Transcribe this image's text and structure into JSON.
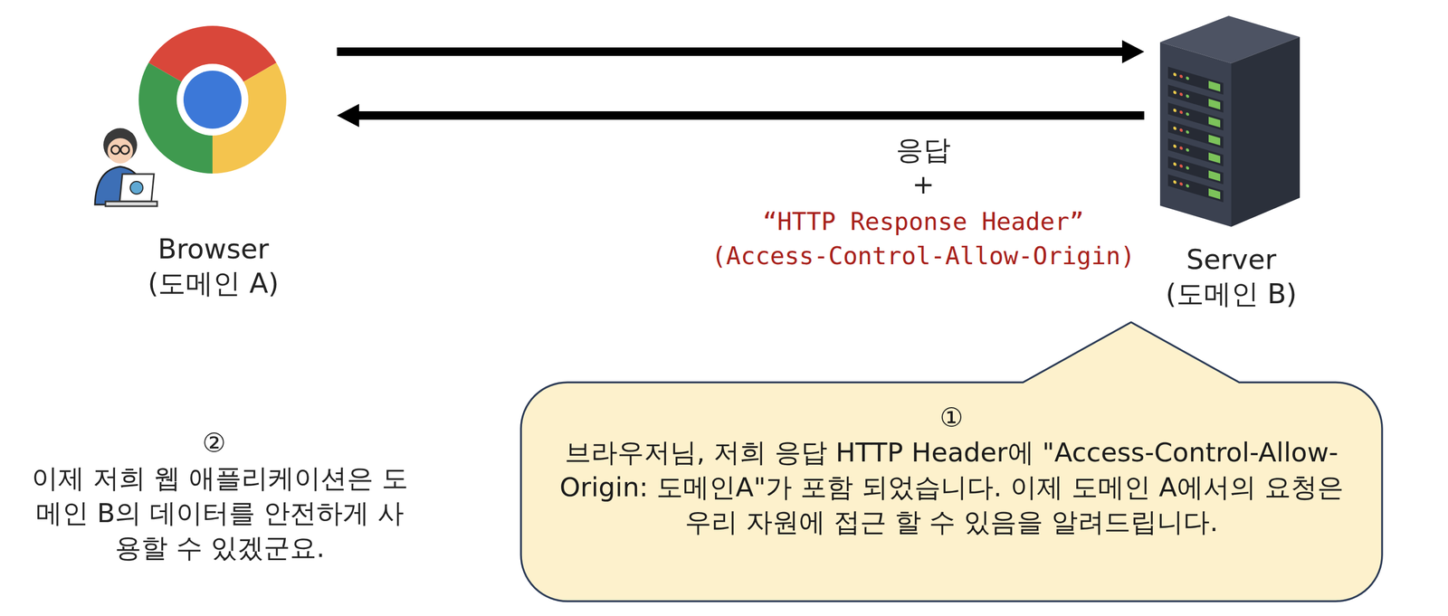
{
  "diagram": {
    "nodes": [
      {
        "text": [
          "Browser",
          "(도메인 A)"
        ]
      },
      {
        "text": [
          "Server",
          "(도메인 B)"
        ]
      },
      {
        "text": [
          "①",
          "브라우저님, 저희 응답 HTTP Header에 \"Access-Control-Allow-Origin: 도메인A\"가 포함 되었습니다. 이제 도메인 A에서의 요청은 우리 자원에 접근 할 수 있음을 알려드립니다."
        ]
      }
    ],
    "edges": [
      {
        "from": 0,
        "to": 1,
        "arrow": "to"
      },
      {
        "from": 1,
        "to": 0,
        "arrow": "to",
        "label": "응답"
      }
    ],
    "labels": [
      "+",
      "“HTTP Response Header”",
      "(Access-Control-Allow-Origin)",
      "②",
      "이제 저희 웹 애플리케이션은 도메인 B의 데이터를 안전하게 사용할 수 있겠군요."
    ]
  }
}
